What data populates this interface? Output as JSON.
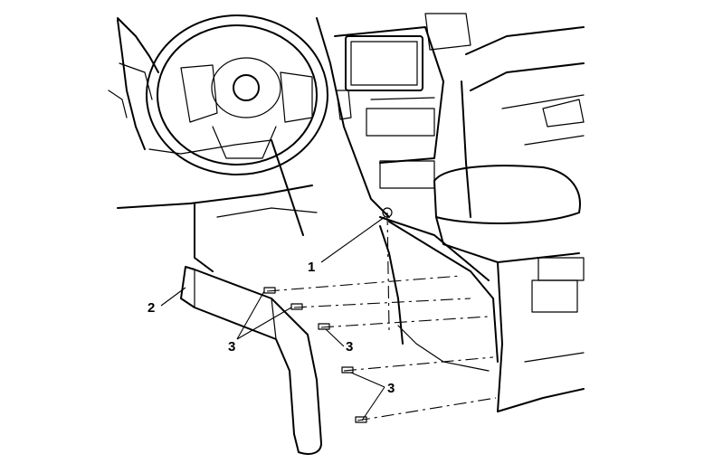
{
  "callouts": {
    "c1": "1",
    "c2": "2",
    "c3a": "3",
    "c3b": "3",
    "c3c": "3"
  },
  "colors": {
    "line": "#000000",
    "background": "#ffffff"
  }
}
